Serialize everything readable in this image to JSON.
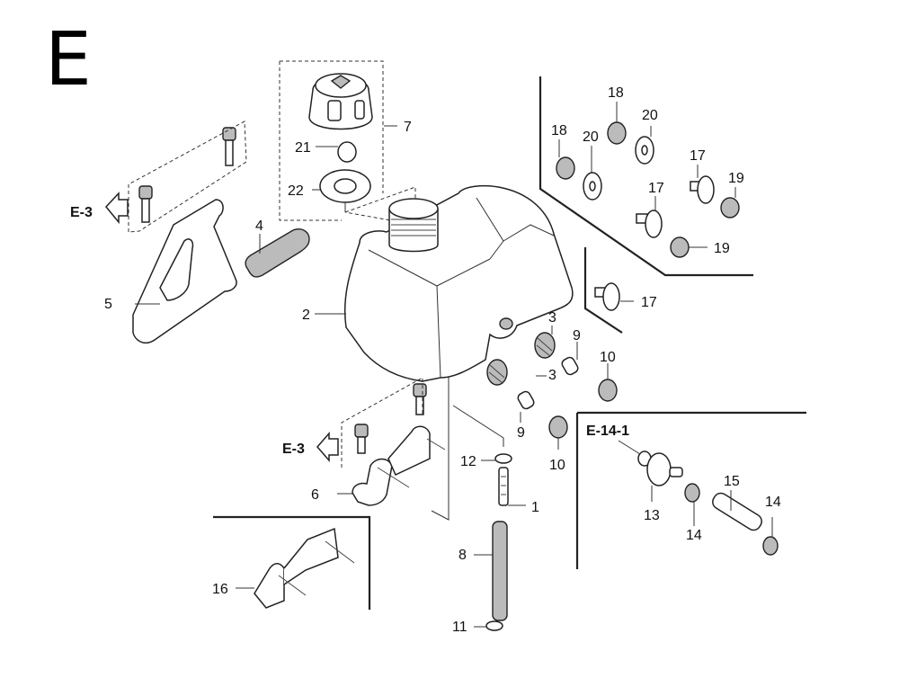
{
  "diagram": {
    "section_letter": "E",
    "references": {
      "e3_top": "E-3",
      "e3_bottom": "E-3",
      "e14_1": "E-14-1"
    },
    "callouts": {
      "c1": "1",
      "c2": "2",
      "c3a": "3",
      "c3b": "3",
      "c4": "4",
      "c5": "5",
      "c6": "6",
      "c7": "7",
      "c8": "8",
      "c9a": "9",
      "c9b": "9",
      "c10a": "10",
      "c10b": "10",
      "c11": "11",
      "c12": "12",
      "c13": "13",
      "c14a": "14",
      "c14b": "14",
      "c15": "15",
      "c16": "16",
      "c17a": "17",
      "c17b": "17",
      "c17c": "17",
      "c18a": "18",
      "c18b": "18",
      "c19a": "19",
      "c19b": "19",
      "c20a": "20",
      "c20b": "20",
      "c21": "21",
      "c22": "22"
    }
  }
}
